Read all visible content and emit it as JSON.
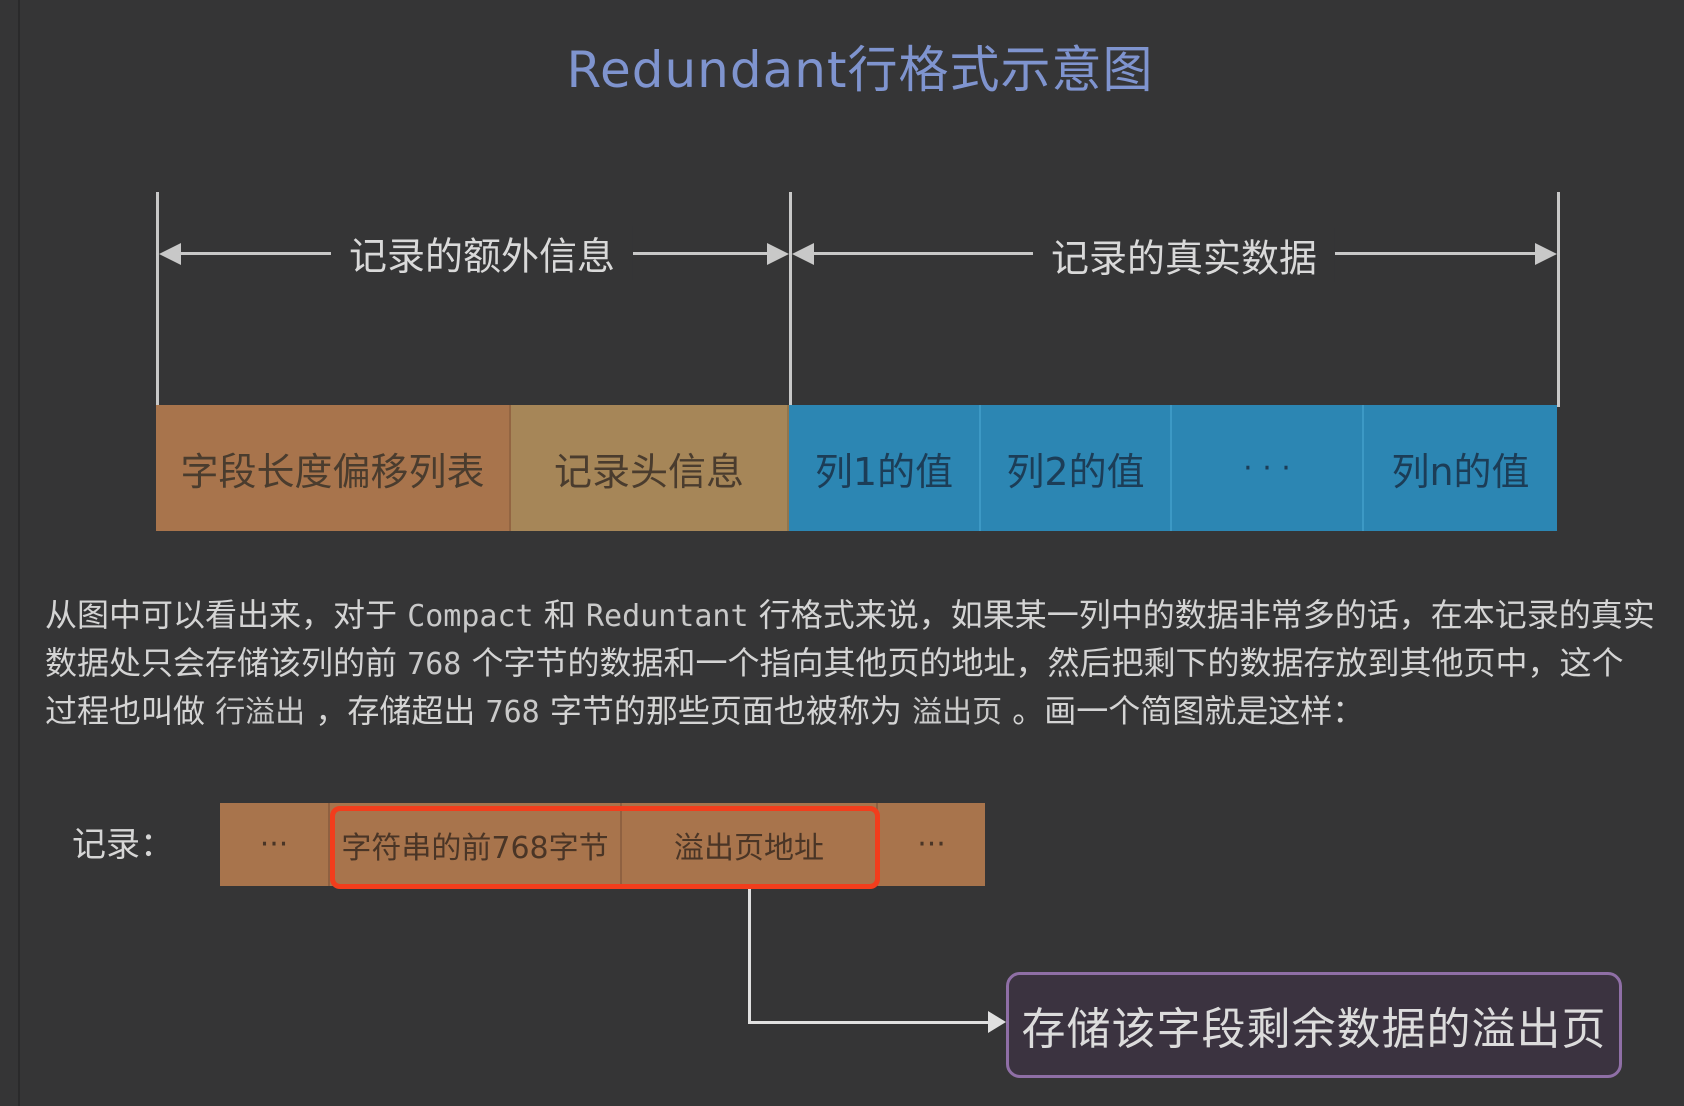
{
  "title": "Redundant行格式示意图",
  "top_diagram": {
    "extra_info_label": "记录的额外信息",
    "real_data_label": "记录的真实数据",
    "cells": [
      {
        "label": "字段长度偏移列表",
        "color": "#a8744c"
      },
      {
        "label": "记录头信息",
        "color": "#a68658"
      },
      {
        "label": "列1的值",
        "color": "#2c86b3"
      },
      {
        "label": "列2的值",
        "color": "#2c86b3"
      },
      {
        "label": "· · ·",
        "color": "#2c86b3"
      },
      {
        "label": "列n的值",
        "color": "#2c86b3"
      }
    ]
  },
  "paragraph": {
    "s1": "从图中可以看出来，对于 ",
    "code_compact": "Compact",
    "s2": " 和 ",
    "code_redundant": "Reduntant",
    "s3": " 行格式来说，如果某一列中的数据非常多的话，在本记录的真实",
    "s4": "数据处只会存储该列的前 ",
    "code_768a": "768",
    "s5": " 个字节的数据和一个指向其他页的地址，然后把剩下的数据存放到其他页中，这个",
    "s6": "过程也叫做 ",
    "code_row_overflow": "行溢出",
    "s7": " ，存储超出 ",
    "code_768b": "768",
    "s8": " 字节的那些页面也被称为 ",
    "code_overflow_page": "溢出页",
    "s9": " 。画一个简图就是这样："
  },
  "bottom_diagram": {
    "record_label": "记录：",
    "cells": [
      "···",
      "字符串的前768字节",
      "溢出页地址",
      "···"
    ],
    "overflow_page_label": "存储该字段剩余数据的溢出页",
    "highlight_color": "#f23d1c"
  }
}
